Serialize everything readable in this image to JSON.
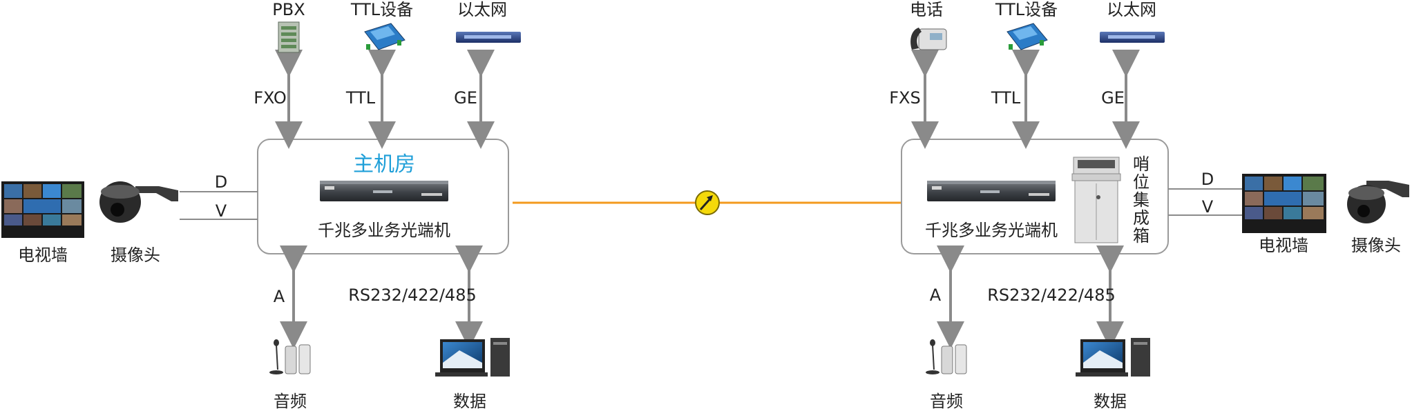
{
  "left_site": {
    "box_title": "主机房",
    "device_label": "千兆多业务光端机",
    "top": [
      {
        "device": "PBX",
        "link": "FXO"
      },
      {
        "device": "TTL设备",
        "link": "TTL"
      },
      {
        "device": "以太网",
        "link": "GE"
      }
    ],
    "side": {
      "wall": "电视墙",
      "camera": "摄像头",
      "d": "D",
      "v": "V"
    },
    "bottom": [
      {
        "device": "音频",
        "link": "A"
      },
      {
        "device": "数据",
        "link": "RS232/422/485"
      }
    ]
  },
  "right_site": {
    "device_label": "千兆多业务光端机",
    "cabinet_label": [
      "哨",
      "位",
      "集",
      "成",
      "箱"
    ],
    "top": [
      {
        "device": "电话",
        "link": "FXS"
      },
      {
        "device": "TTL设备",
        "link": "TTL"
      },
      {
        "device": "以太网",
        "link": "GE"
      }
    ],
    "side": {
      "wall": "电视墙",
      "camera": "摄像头",
      "d": "D",
      "v": "V"
    },
    "bottom": [
      {
        "device": "音频",
        "link": "A"
      },
      {
        "device": "数据",
        "link": "RS232/422/485"
      }
    ]
  },
  "colors": {
    "fiber": "#f39a1e",
    "arrow": "#8a8a8a",
    "box_border": "#9a9a9a",
    "title": "#1f9fd8"
  },
  "icons": {
    "fiber_link": "yellow-arrow-junction-icon"
  }
}
